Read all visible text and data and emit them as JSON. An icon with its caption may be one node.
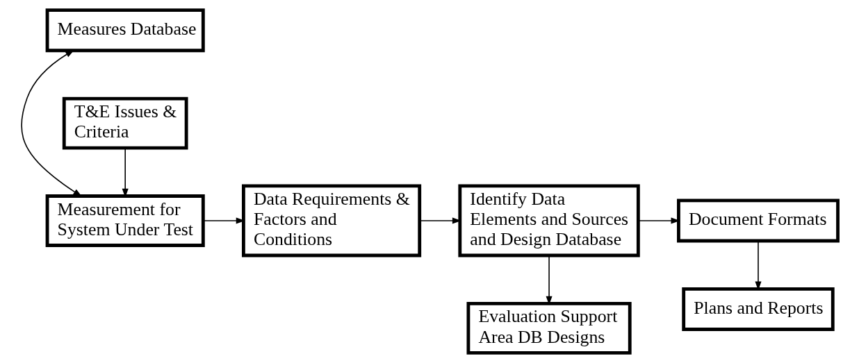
{
  "diagram": {
    "nodes": [
      {
        "text": [
          "Measures Database"
        ]
      },
      {
        "text": [
          "Measurement for System Under Test"
        ]
      },
      {
        "text": [
          "T&E Issues & Criteria"
        ]
      },
      {
        "text": [
          "Data Requirements & Factors and Conditions"
        ]
      },
      {
        "text": [
          "Evaluation Support Area DB Designs"
        ]
      },
      {
        "text": [
          "Identify Data Elements and Sources and Design Database"
        ]
      },
      {
        "text": [
          "Document Formats"
        ]
      },
      {
        "text": [
          "Plans and Reports"
        ]
      }
    ],
    "edges": [
      {
        "from": 0,
        "to": 1,
        "arrow": "both"
      },
      {
        "from": 2,
        "to": 1,
        "arrow": "to"
      },
      {
        "from": 1,
        "to": 3,
        "arrow": "to"
      },
      {
        "from": 3,
        "to": 5,
        "arrow": "to"
      },
      {
        "from": 5,
        "to": 4,
        "arrow": "to"
      },
      {
        "from": 5,
        "to": 6,
        "arrow": "to"
      },
      {
        "from": 6,
        "to": 7,
        "arrow": "to"
      }
    ]
  }
}
